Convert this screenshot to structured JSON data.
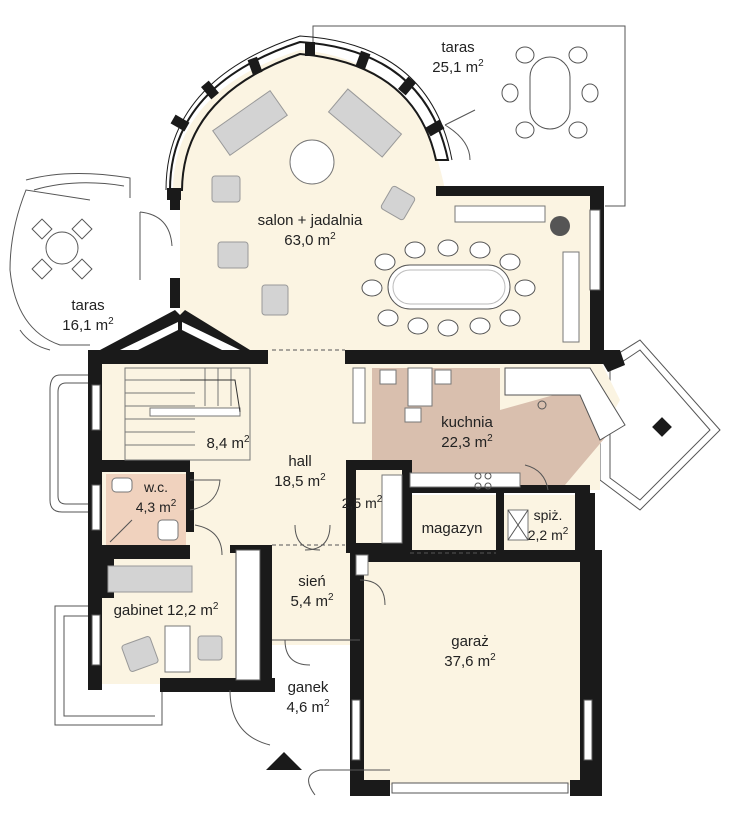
{
  "unit": "m",
  "rooms": [
    {
      "id": "taras-north",
      "name": "taras",
      "area": "25,1"
    },
    {
      "id": "taras-west",
      "name": "taras",
      "area": "16,1"
    },
    {
      "id": "salon",
      "name": "salon + jadalnia",
      "area": "63,0"
    },
    {
      "id": "kuchnia",
      "name": "kuchnia",
      "area": "22,3"
    },
    {
      "id": "stairs",
      "name": "",
      "area": "8,4"
    },
    {
      "id": "hall",
      "name": "hall",
      "area": "18,5"
    },
    {
      "id": "wc",
      "name": "w.c.",
      "area": "4,3"
    },
    {
      "id": "closet",
      "name": "",
      "area": "2,5"
    },
    {
      "id": "magazyn",
      "name": "magazyn",
      "area": ""
    },
    {
      "id": "spiz",
      "name": "spiż.",
      "area": "2,2"
    },
    {
      "id": "gabinet",
      "name": "gabinet",
      "area": "12,2"
    },
    {
      "id": "sien",
      "name": "sień",
      "area": "5,4"
    },
    {
      "id": "garaz",
      "name": "garaż",
      "area": "37,6"
    },
    {
      "id": "ganek",
      "name": "ganek",
      "area": "4,6"
    }
  ],
  "colors": {
    "wall": "#1a1a1a",
    "floor": "#fbf4e2",
    "kitchen": "#d9bfae",
    "wc": "#f0d2be",
    "furniture": "#d3d3d3",
    "outline": "#555555"
  }
}
